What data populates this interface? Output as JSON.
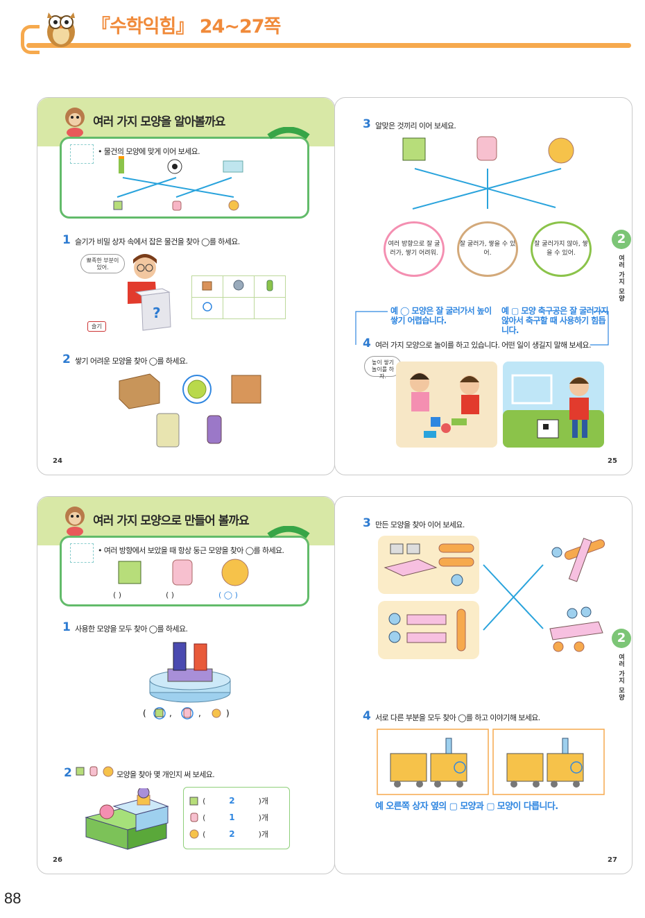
{
  "header": {
    "title": "『수학익힘』 24~27쪽"
  },
  "page24": {
    "section_title": "여러 가지 모양을 알아볼까요",
    "recall_instruction": "• 물건의 모양에 맞게 이어 보세요.",
    "q1": {
      "num": "1",
      "text": "슬기가 비밀 상자 속에서 잡은 물건을 찾아 ◯를 하세요.",
      "speech": "뾰족한 부분이 있어.",
      "name": "슬기"
    },
    "q2": {
      "num": "2",
      "text": "쌓기 어려운 모양을 찾아 ◯를 하세요."
    },
    "page_number": "24"
  },
  "page25": {
    "q3": {
      "num": "3",
      "text": "알맞은 것끼리 이어 보세요."
    },
    "bubbles": [
      "여러 방향으로 잘 굴러가, 쌓기 어려워.",
      "잘 굴러가, 쌓을 수 있어.",
      "잘 굴러가지 않아, 쌓을 수 있어."
    ],
    "answer_left": "예 ◯ 모양은 잘 굴러가서 높이 쌓기 어렵습니다.",
    "answer_right": "예 ▢ 모양 축구공은 잘 굴러가지 않아서 축구할 때 사용하기 힘듭니다.",
    "q4": {
      "num": "4",
      "text": "여러 가지 모양으로 놀이를 하고 있습니다. 어떤 일이 생길지 말해 보세요.",
      "speech": "높이 쌓기 놀이를 하자."
    },
    "side_tab": {
      "number": "2",
      "text": "여러 가지 모양"
    },
    "page_number": "25"
  },
  "page26": {
    "section_title": "여러 가지 모양으로 만들어 볼까요",
    "recall_instruction": "• 여러 방향에서 보았을 때 항상 둥근 모양을 찾아 ◯를 하세요.",
    "recall_parens": [
      "(      )",
      "(      )",
      "(  ◯  )"
    ],
    "q1": {
      "num": "1",
      "text": "사용한 모양을 모두 찾아 ◯를 하세요."
    },
    "q2": {
      "num": "2",
      "text": "모양을 찾아 몇 개인지 써 보세요.",
      "counts": [
        {
          "open": "(",
          "value": "2",
          "unit": ")개"
        },
        {
          "open": "(",
          "value": "1",
          "unit": ")개"
        },
        {
          "open": "(",
          "value": "2",
          "unit": ")개"
        }
      ]
    },
    "page_number": "26"
  },
  "page27": {
    "q3": {
      "num": "3",
      "text": "만든 모양을 찾아 이어 보세요."
    },
    "q4": {
      "num": "4",
      "text": "서로 다른 부분을 모두 찾아 ◯를 하고 이야기해 보세요."
    },
    "answer": "예 오른쪽 상자 옆의 ▢ 모양과 ▢ 모양이 다릅니다.",
    "side_tab": {
      "number": "2",
      "text": "여러 가지 모양"
    },
    "page_number": "27"
  },
  "book_page_number": "88",
  "colors": {
    "orange": "#f08a3a",
    "green_band": "#d8e8a6",
    "blue": "#2f86e0",
    "green_border": "#62bb6a"
  }
}
